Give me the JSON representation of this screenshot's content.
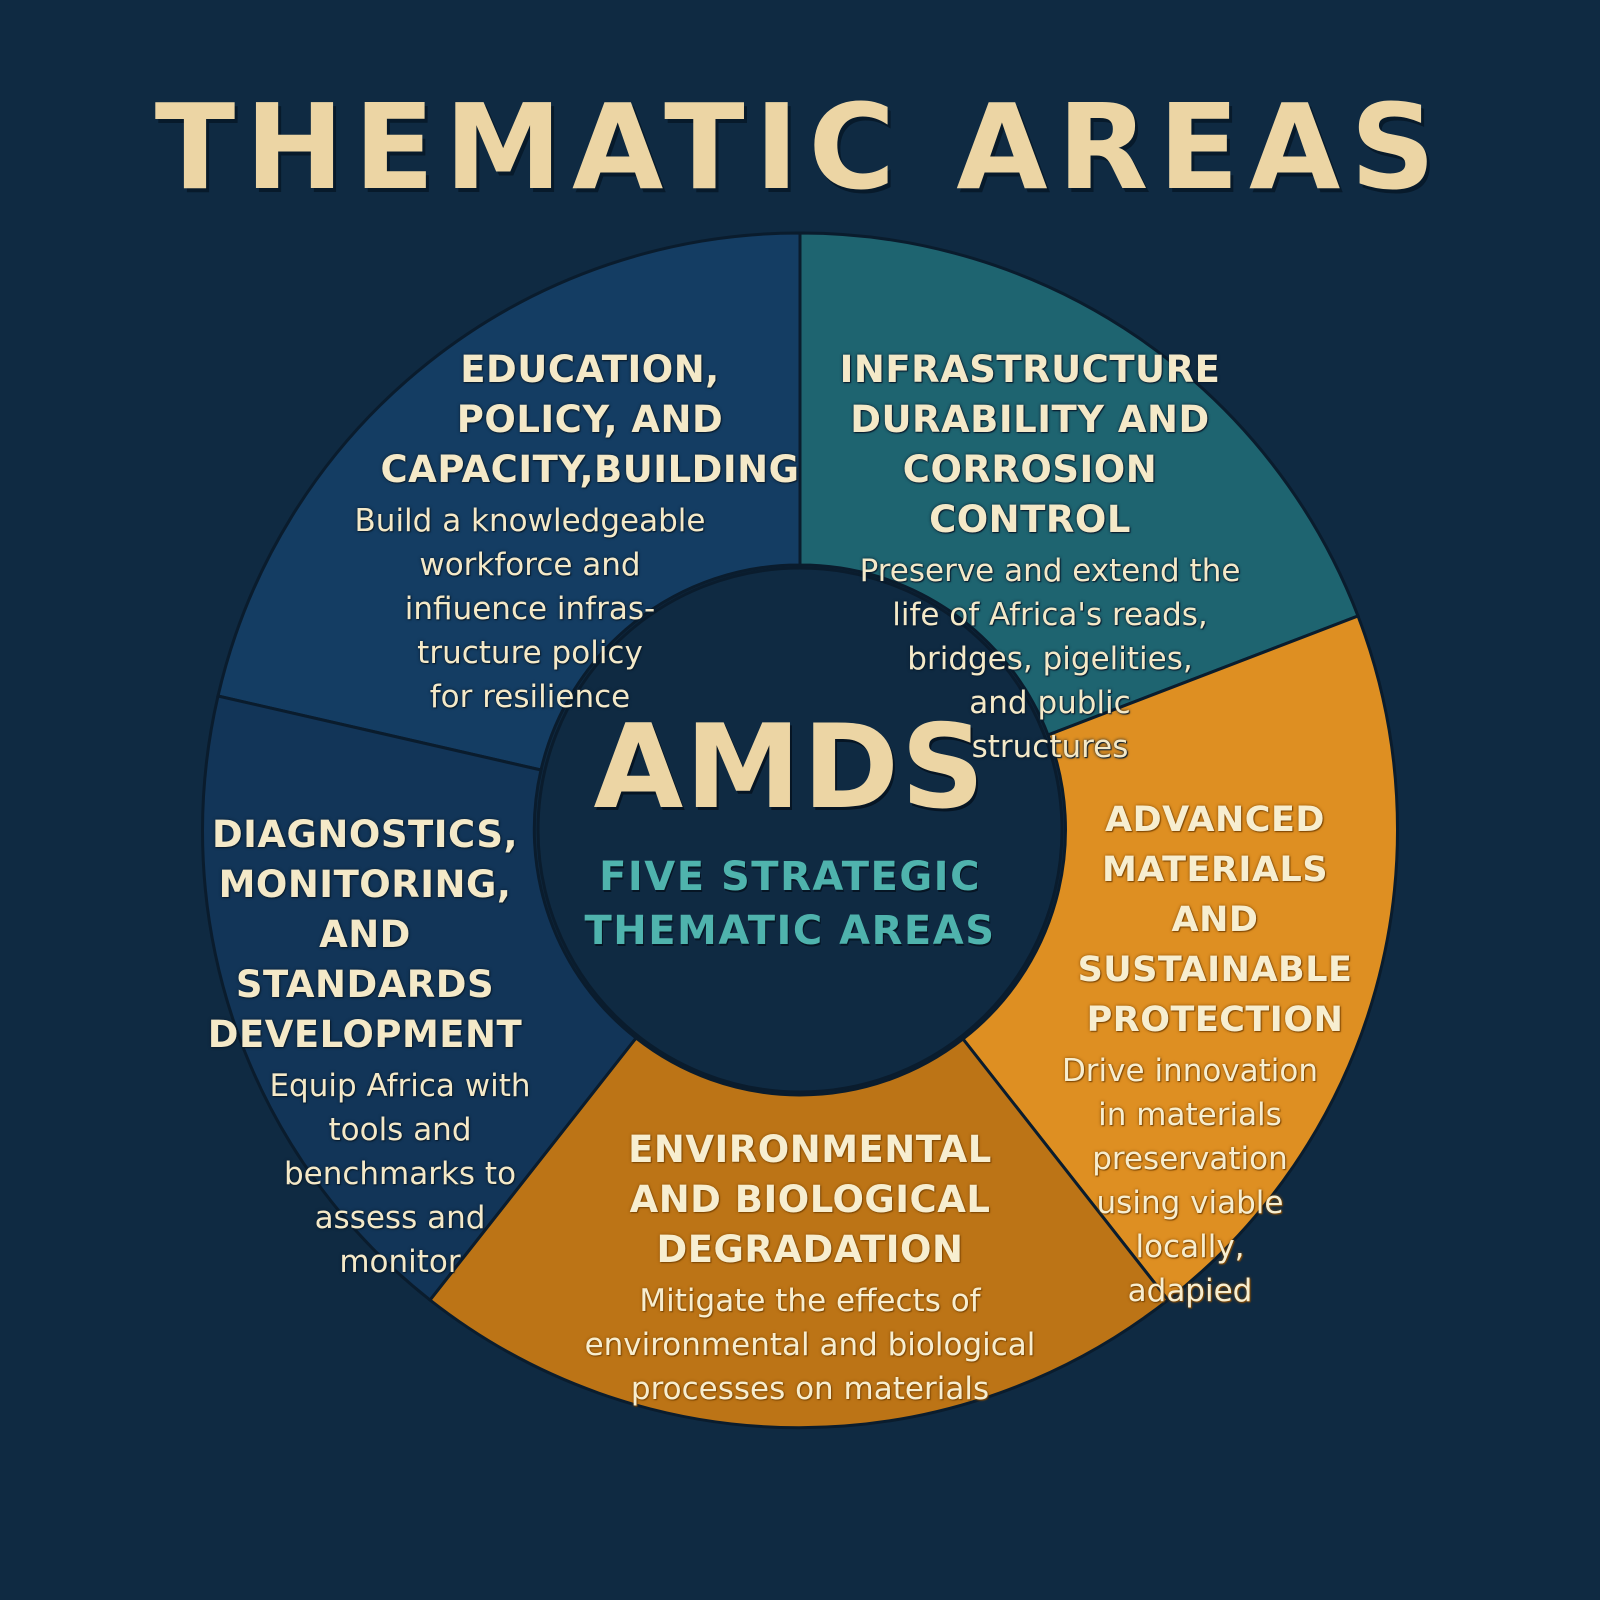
{
  "title": "THEMATIC AREAS",
  "center": {
    "acronym": "AMDS",
    "subtitle": "FIVE STRATEGIC\nTHEMATIC AREAS"
  },
  "colors": {
    "background": "#0f2a42",
    "title": "#ecd5a4",
    "center_fill": "#0f2a42",
    "center_subtitle": "#4fb3ad",
    "education": "#143d63",
    "infrastructure": "#1e6470",
    "advanced_materials": "#de8f22",
    "environmental": "#bc7416",
    "diagnostics": "#123558"
  },
  "segments": [
    {
      "id": "education",
      "heading": "EDUCATION,\nPOLICY, AND\nCAPACITY,BUILDING",
      "description": "Build a knowledgeable\nworkforce and\ninfiuence infras-\ntructure policy\nfor resilience"
    },
    {
      "id": "infrastructure",
      "heading": "INFRASTRUCTURE\nDURABILITY AND\nCORROSION CONTROL",
      "description": "Preserve and extend the\nlife of Africa's reads,\nbridges, pigelities,\nand public\nstructures"
    },
    {
      "id": "advanced_materials",
      "heading": "ADVANCED\nMATERIALS\nAND SUSTAINABLE\nPROTECTION",
      "description": "Drive innovation\nin materials\npreservation\nusing viable\nlocally,\nadapied"
    },
    {
      "id": "environmental",
      "heading": "ENVIRONMENTAL\nAND BIOLOGICAL\nDEGRADATION",
      "description": "Mitigate the effects of\nenvironmental and biological\nprocesses on materials"
    },
    {
      "id": "diagnostics",
      "heading": "DIAGNOSTICS,\nMONITORING,\nAND STANDARDS\nDEVELOPMENT",
      "description": "Equip Africa with\ntools and\nbenchmarks to\nassess and\nmonitor"
    }
  ]
}
